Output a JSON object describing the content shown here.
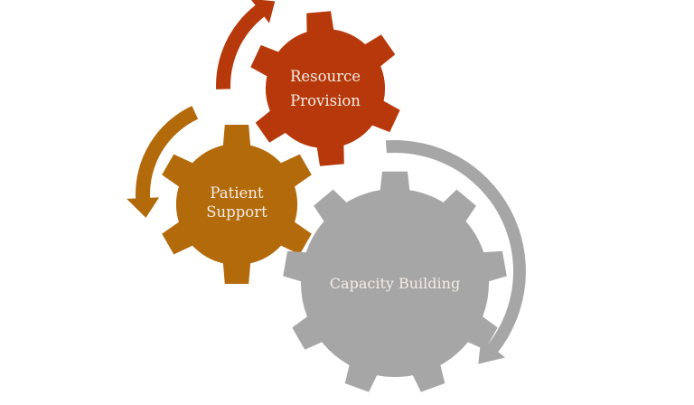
{
  "diagram": {
    "title": "",
    "gears": [
      {
        "id": "resource-provision",
        "lines": [
          "Resource",
          "Provision"
        ],
        "color": "#B7390B",
        "teeth": 6
      },
      {
        "id": "patient-support",
        "lines": [
          "Patient",
          "Support"
        ],
        "color": "#B36A0B",
        "teeth": 6
      },
      {
        "id": "capacity-building",
        "lines": [
          "Capacity Building"
        ],
        "color": "#A6A6A6",
        "teeth": 9
      }
    ],
    "arrows": [
      {
        "id": "resource-arrow",
        "color": "#B7390B",
        "direction": "clockwise-up"
      },
      {
        "id": "patient-arrow",
        "color": "#B36A0B",
        "direction": "counterclockwise-down"
      },
      {
        "id": "capacity-arrow",
        "color": "#A6A6A6",
        "direction": "clockwise-down"
      }
    ]
  }
}
